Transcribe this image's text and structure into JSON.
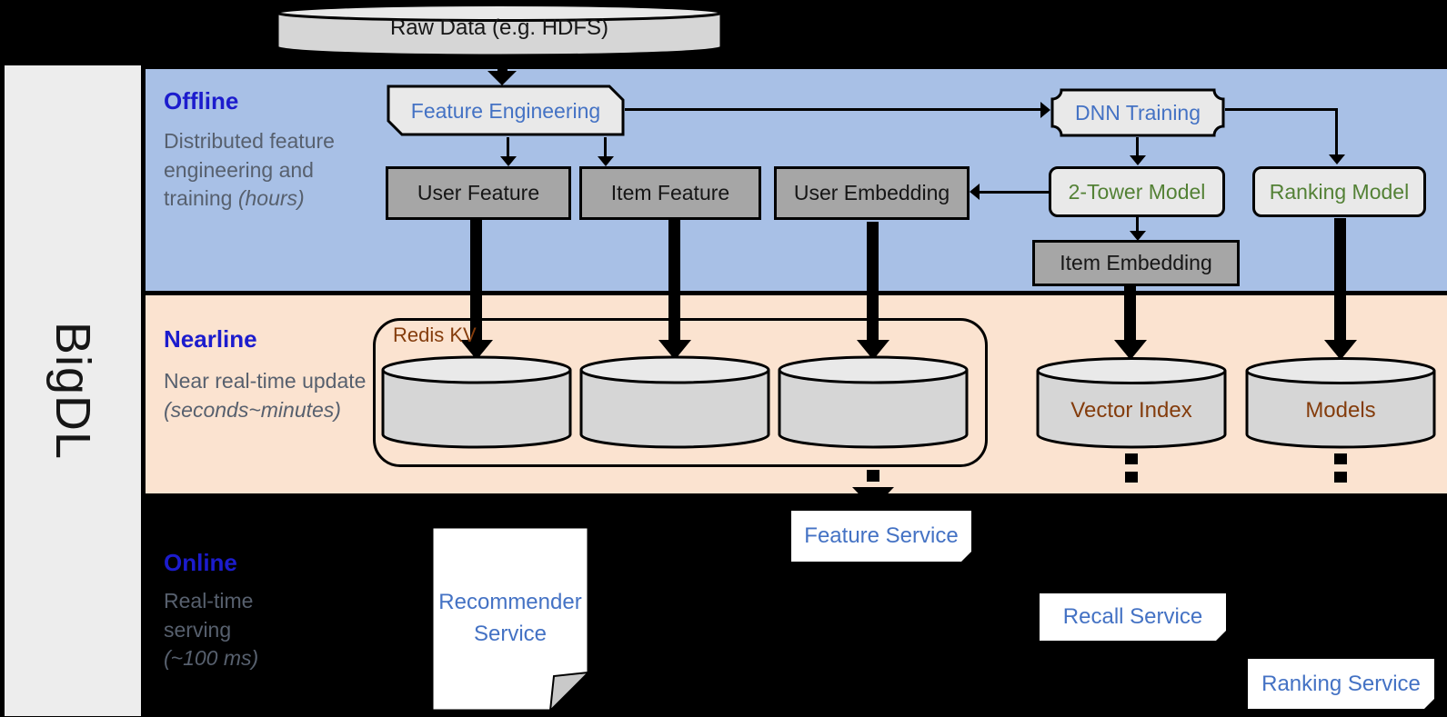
{
  "theme": {
    "band-blue": "#a8c0e6",
    "band-peach": "#fbe3d0",
    "accent-blue": "#4472c4",
    "green-text": "#538135",
    "brown-text": "#843c0c",
    "title-blue": "#1c1ccd",
    "desc-gray": "#57606e",
    "gray-box": "#a6a6a6",
    "light-box": "#e9e9e9"
  },
  "brand": "BigDL",
  "datasource": "Raw Data (e.g. HDFS)",
  "sections": {
    "offline": {
      "title": "Offline",
      "desc": "Distributed feature engineering and training",
      "paren": "(hours)"
    },
    "nearline": {
      "title": "Nearline",
      "desc": "Near real-time update",
      "paren": "(seconds~minutes)"
    },
    "online": {
      "title": "Online",
      "desc": "Real-time serving",
      "paren": "(~100 ms)"
    }
  },
  "nodes": {
    "feature_engineering": "Feature Engineering",
    "dnn_training": "DNN Training",
    "user_feature": "User Feature",
    "item_feature": "Item Feature",
    "user_embedding": "User Embedding",
    "two_tower_model": "2-Tower Model",
    "ranking_model": "Ranking Model",
    "item_embedding": "Item Embedding",
    "redis_kv": "Redis KV",
    "vector_index": "Vector Index",
    "models": "Models"
  },
  "services": {
    "recommender": "Recommender Service",
    "feature": "Feature Service",
    "recall": "Recall Service",
    "ranking": "Ranking Service"
  }
}
